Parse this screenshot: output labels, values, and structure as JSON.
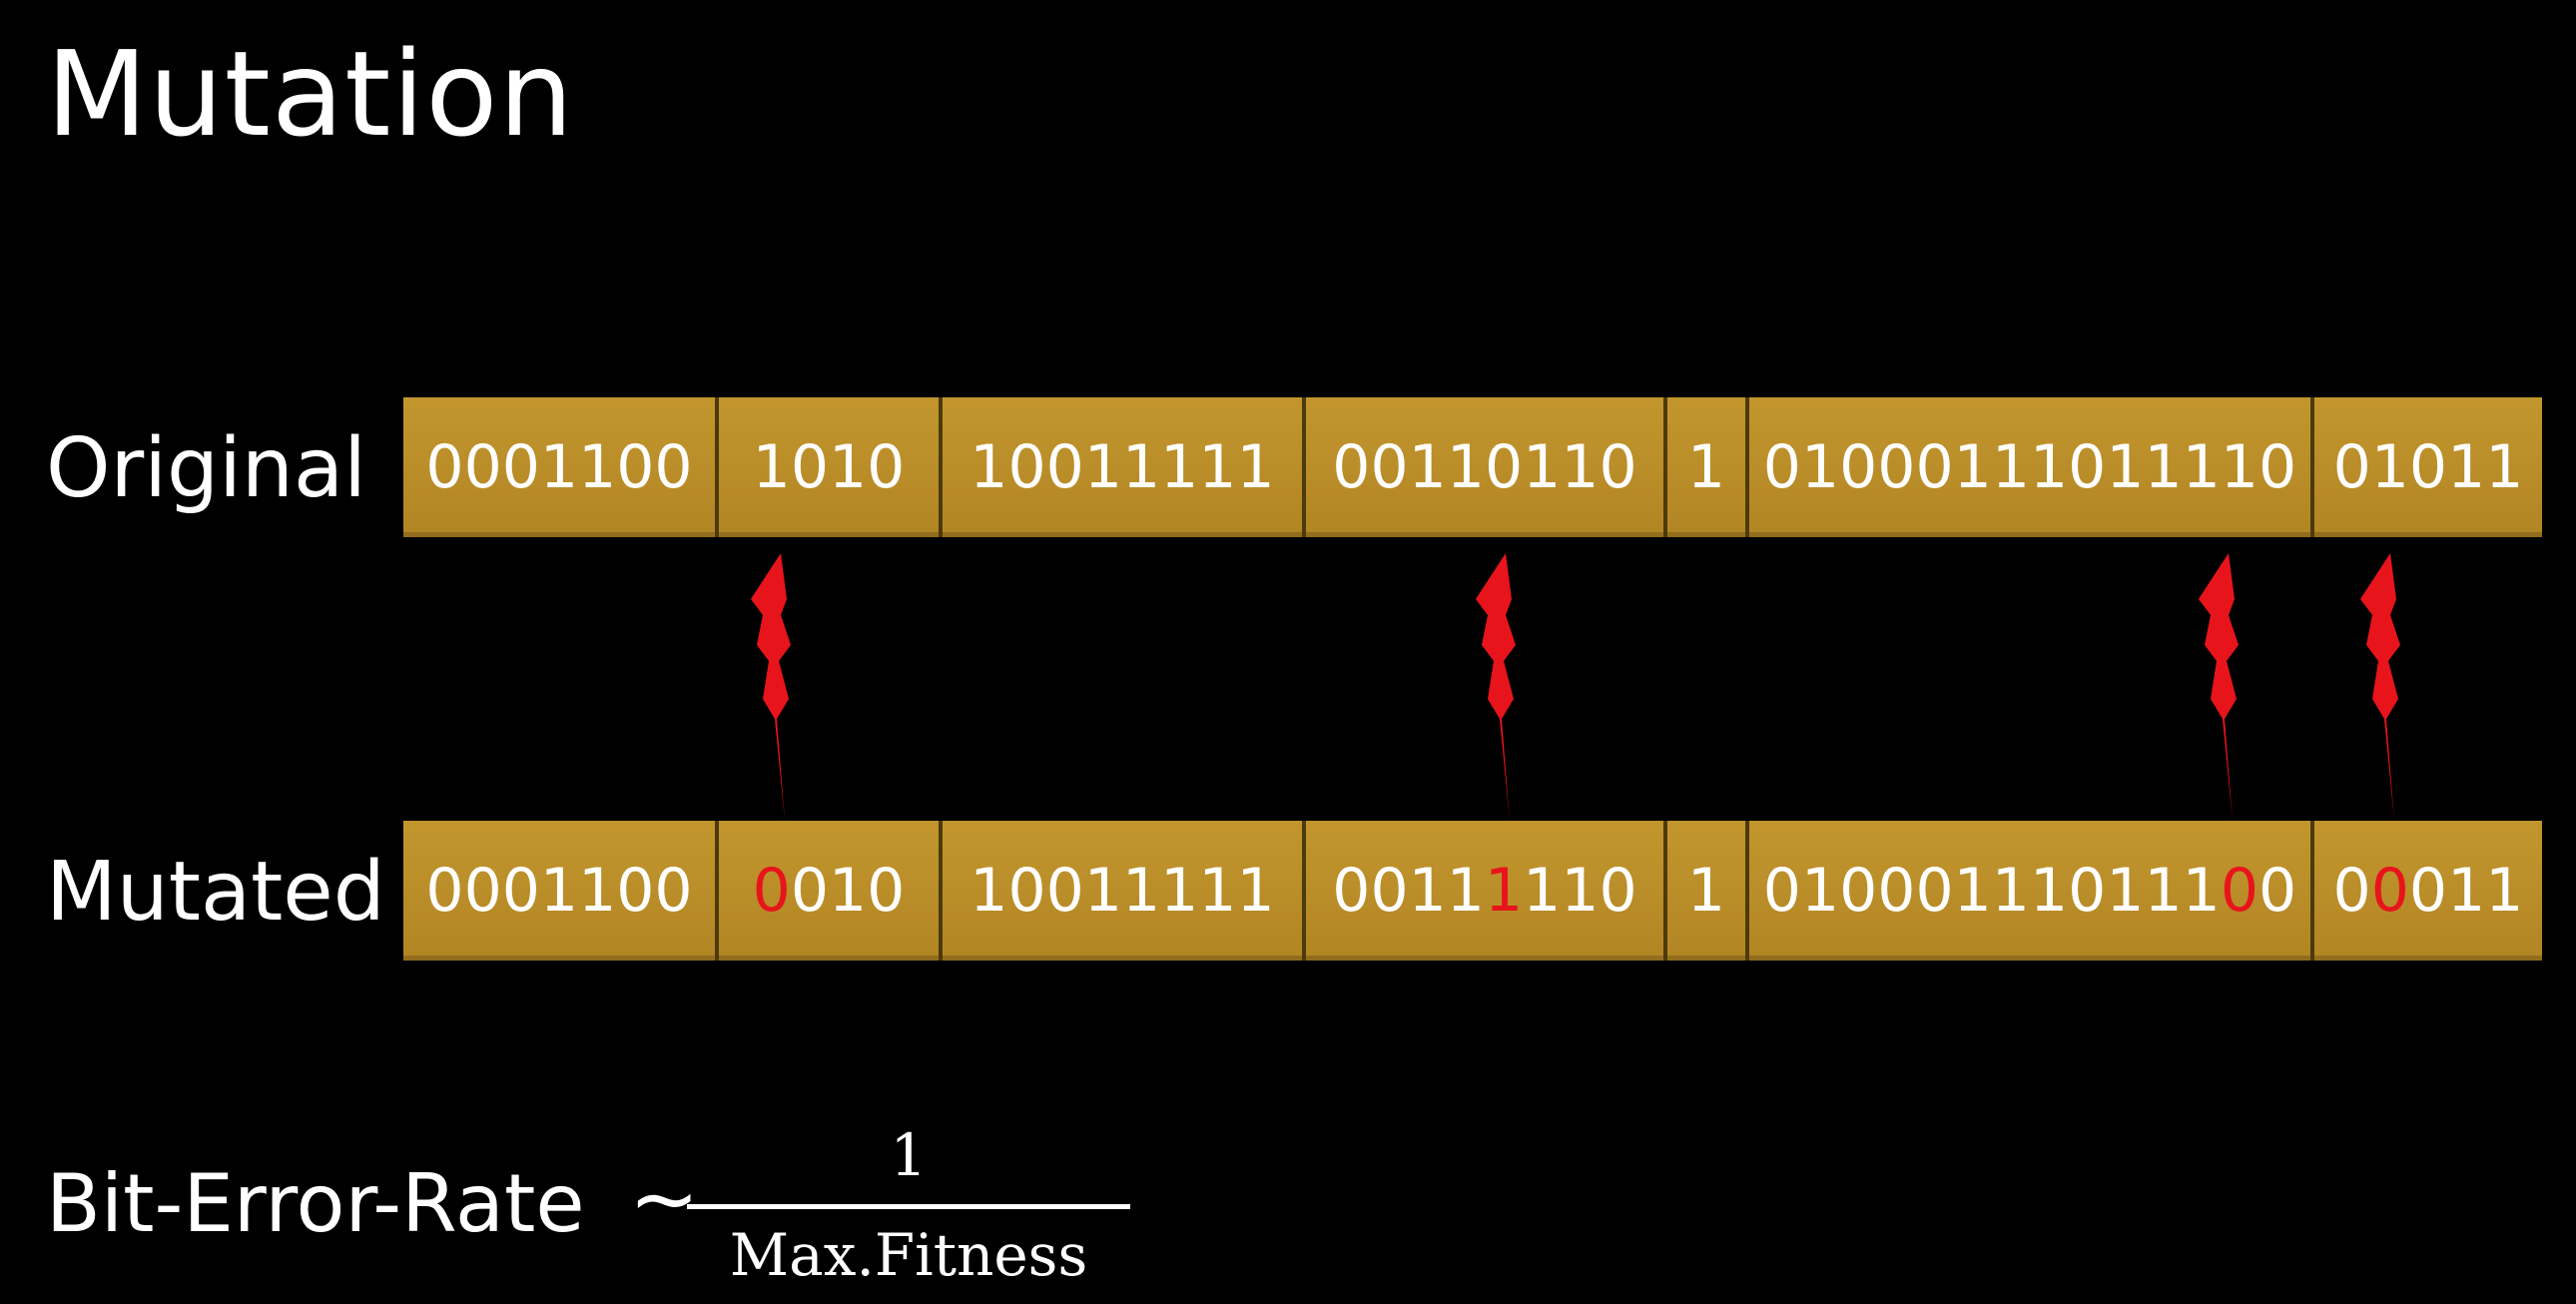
{
  "slide": {
    "title": "Mutation"
  },
  "rows": {
    "original_label": "Original",
    "mutated_label": "Mutated"
  },
  "original_genes": [
    "0001100",
    "1010",
    "10011111",
    "00110110",
    "1",
    "01000111011110",
    "01011"
  ],
  "mutated_genes": [
    {
      "pre": "0001100",
      "flip": "",
      "post": ""
    },
    {
      "pre": "",
      "flip": "0",
      "post": "010"
    },
    {
      "pre": "10011111",
      "flip": "",
      "post": ""
    },
    {
      "pre": "0011",
      "flip": "1",
      "post": "110"
    },
    {
      "pre": "1",
      "flip": "",
      "post": ""
    },
    {
      "pre": "010001110111",
      "flip": "0",
      "post": "0"
    },
    {
      "pre": "0",
      "flip": "0",
      "post": "011"
    }
  ],
  "mutation_icon": "lightning-bolt-icon",
  "mutated_gene_indices": [
    1,
    3,
    5,
    6
  ],
  "formula": {
    "lhs": "Bit-Error-Rate",
    "relation": "~",
    "numerator": "1",
    "denominator": "Max.Fitness"
  },
  "colors": {
    "background": "#000000",
    "gene_fill": "#b8892a",
    "gene_divider": "#4d3a0c",
    "text": "#ffffff",
    "mutation": "#e8141b"
  }
}
